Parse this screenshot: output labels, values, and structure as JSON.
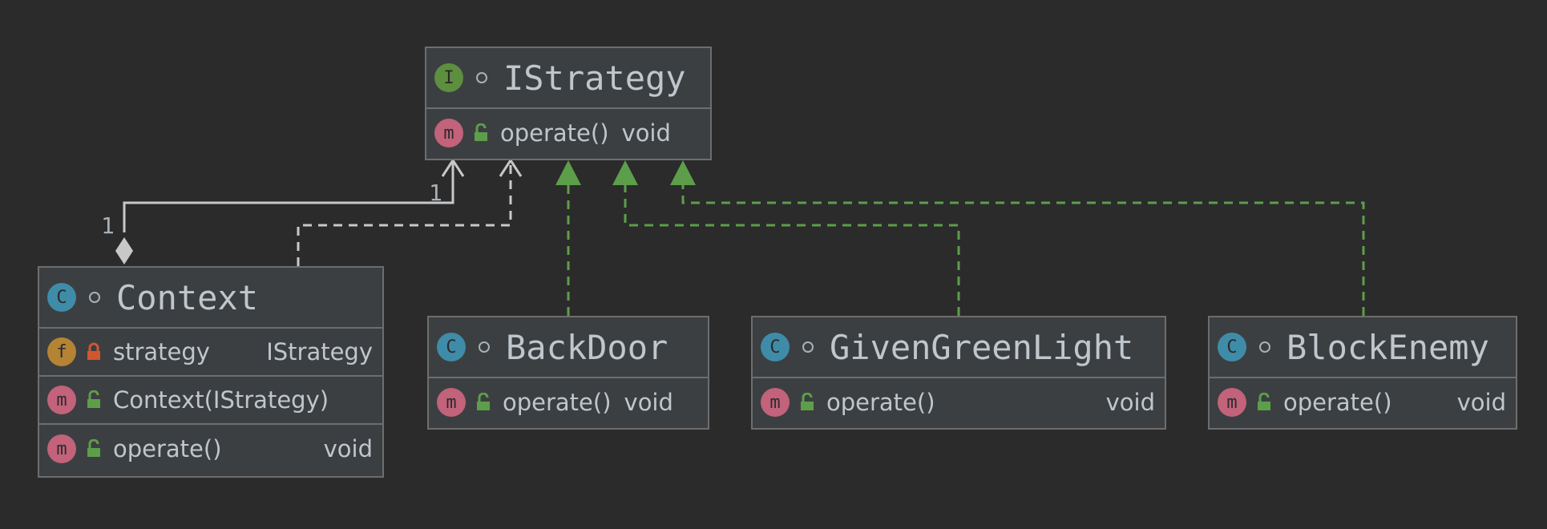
{
  "colors": {
    "background": "#2b2b2b",
    "box_fill": "#3c3f41",
    "box_border": "#6d6d6d",
    "text": "#bfc6cc",
    "class_badge": "#3f8ca8",
    "interface_badge": "#5d8f3f",
    "method_badge": "#c2627b",
    "field_badge": "#b48334",
    "public_lock": "#5d9e4a",
    "private_lock": "#d1572e",
    "association_line": "#c8c8c8",
    "dependency_line": "#c8c8c8",
    "realization_line": "#5d9e4a"
  },
  "interface": {
    "badge": "I",
    "name": "IStrategy",
    "methods": [
      {
        "badge": "m",
        "visibility": "public",
        "name": "operate()",
        "type": "void"
      }
    ]
  },
  "classes": {
    "context": {
      "badge": "C",
      "name": "Context",
      "fields": [
        {
          "badge": "f",
          "visibility": "private",
          "name": "strategy",
          "type": "IStrategy"
        }
      ],
      "methods": [
        {
          "badge": "m",
          "visibility": "public",
          "name": "Context(IStrategy)",
          "type": ""
        },
        {
          "badge": "m",
          "visibility": "public",
          "name": "operate()",
          "type": "void"
        }
      ]
    },
    "backdoor": {
      "badge": "C",
      "name": "BackDoor",
      "methods": [
        {
          "badge": "m",
          "visibility": "public",
          "name": "operate()",
          "type": "void"
        }
      ]
    },
    "givengreenlight": {
      "badge": "C",
      "name": "GivenGreenLight",
      "methods": [
        {
          "badge": "m",
          "visibility": "public",
          "name": "operate()",
          "type": "void"
        }
      ]
    },
    "blockenemy": {
      "badge": "C",
      "name": "BlockEnemy",
      "methods": [
        {
          "badge": "m",
          "visibility": "public",
          "name": "operate()",
          "type": "void"
        }
      ]
    }
  },
  "relations": {
    "aggregation_source_multiplicity": "1",
    "aggregation_target_multiplicity": "1"
  }
}
